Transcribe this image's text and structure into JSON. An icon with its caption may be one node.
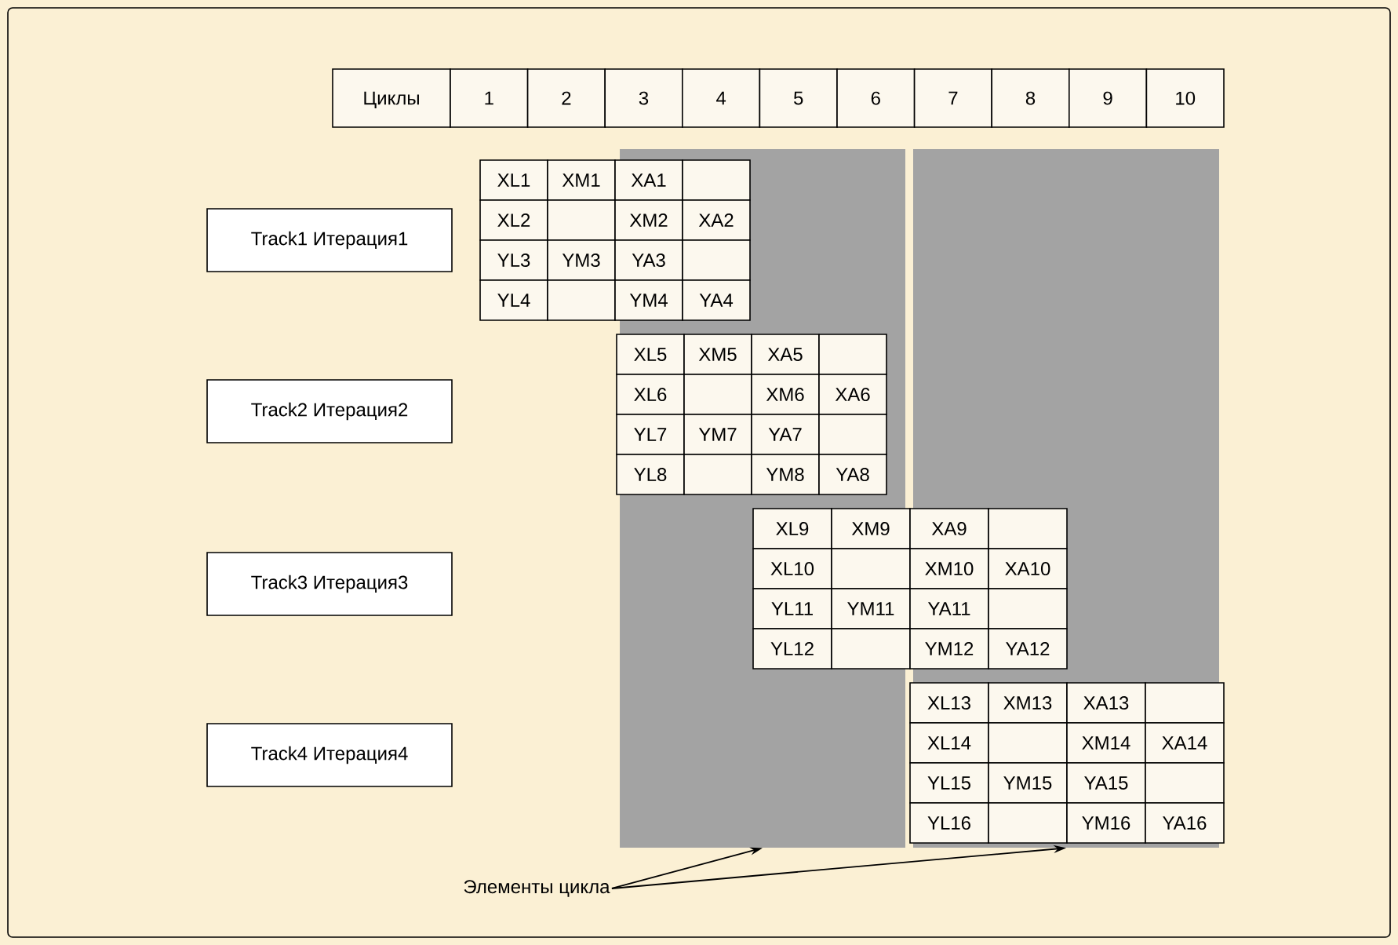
{
  "diagram": {
    "nodes": [
      {
        "text": [
          "Track1 Итерация1"
        ]
      },
      {
        "text": [
          "Track2 Итерация2"
        ]
      },
      {
        "text": [
          "Track3 Итерация3"
        ]
      },
      {
        "text": [
          "Track4 Итерация4"
        ]
      },
      {
        "text": [],
        "shape": "bar"
      },
      {
        "text": [],
        "shape": "bar"
      },
      {
        "text": [
          "Элементы цикла"
        ]
      }
    ],
    "edges": [
      {
        "from": 6,
        "to": 4,
        "arrow": "to"
      },
      {
        "from": 6,
        "to": 5,
        "arrow": "to"
      }
    ],
    "labels": [
      "Циклы",
      "1",
      "2",
      "3",
      "4",
      "5",
      "6",
      "7",
      "8",
      "9",
      "10",
      "XL1",
      "XM1",
      "XA1",
      "XL2",
      "XM2",
      "XA2",
      "YL3",
      "YM3",
      "YA3",
      "YL4",
      "YM4",
      "YA4",
      "XL5",
      "XM5",
      "XA5",
      "XL6",
      "XM6",
      "XA6",
      "YL7",
      "YM7",
      "YA7",
      "YL8",
      "YM8",
      "YA8",
      "XL9",
      "XM9",
      "XA9",
      "XL10",
      "XM10",
      "XA10",
      "YL11",
      "YM11",
      "YA11",
      "YL12",
      "YM12",
      "YA12",
      "XL13",
      "XM13",
      "XA13",
      "XL14",
      "XM14",
      "XA14",
      "YL15",
      "YM15",
      "YA15",
      "YL16",
      "YM16",
      "YA16"
    ]
  }
}
